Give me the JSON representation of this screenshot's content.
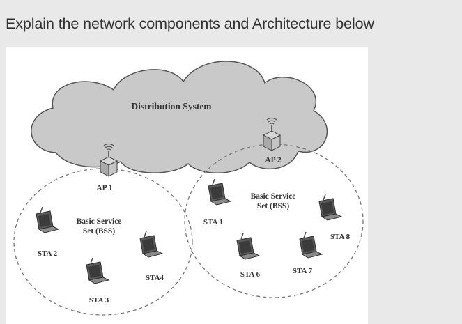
{
  "question": "Explain the network components and Architecture below",
  "diagram": {
    "distribution_system": "Distribution System",
    "access_points": [
      {
        "id": "ap1",
        "label": "AP 1"
      },
      {
        "id": "ap2",
        "label": "AP 2"
      }
    ],
    "bss_left": {
      "line1": "Basic Service",
      "line2": "Set (BSS)"
    },
    "bss_right": {
      "line1": "Basic Service",
      "line2": "Set (BSS)"
    },
    "stations": [
      {
        "id": "sta1",
        "label": "STA 1"
      },
      {
        "id": "sta2",
        "label": "STA 2"
      },
      {
        "id": "sta3",
        "label": "STA 3"
      },
      {
        "id": "sta4",
        "label": "STA4"
      },
      {
        "id": "sta6",
        "label": "STA 6"
      },
      {
        "id": "sta7",
        "label": "STA 7"
      },
      {
        "id": "sta8",
        "label": "STA 8"
      }
    ]
  }
}
